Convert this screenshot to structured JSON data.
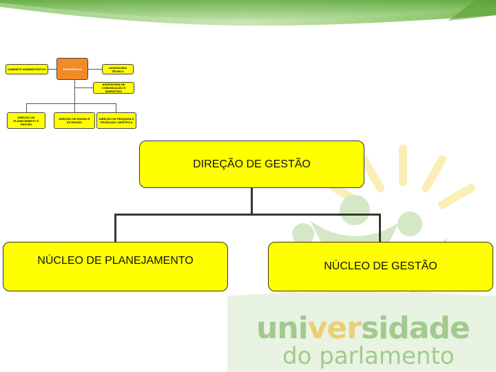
{
  "colors": {
    "accent_green": "#6aaa3a",
    "box_yellow": "#ffff00",
    "box_orange": "#f28a28",
    "connector": "#2f3a2f"
  },
  "mini_chart": {
    "gabinete": "GABINETE ADMINISTRATIVO",
    "presidencia": "PRESIDÊNCIA",
    "assessoria_tecnica": "ASSESSORIA TÉCNICA",
    "assessoria_comunicacao": "ASSESSORIA DE COMUNICAÇÃO E MARKETING",
    "direcao_gestao": "DIREÇÃO DE PLANEJAMENTO E GESTÃO",
    "direcao_ensino": "DIREÇÃO DE ENSINO E EXTENSÃO",
    "direcao_pesquisa": "DIREÇÃO DE PESQUISA E PRODUÇÃO CIENTÍFICA"
  },
  "main_chart": {
    "top_box": "DIREÇÃO DE GESTÃO",
    "left_box": "NÚCLEO DE PLANEJAMENTO",
    "right_box": "NÚCLEO DE GESTÃO"
  },
  "logo": {
    "line1_a": "uni",
    "line1_b": "ver",
    "line1_c": "sidade",
    "line2": "do parlamento"
  }
}
